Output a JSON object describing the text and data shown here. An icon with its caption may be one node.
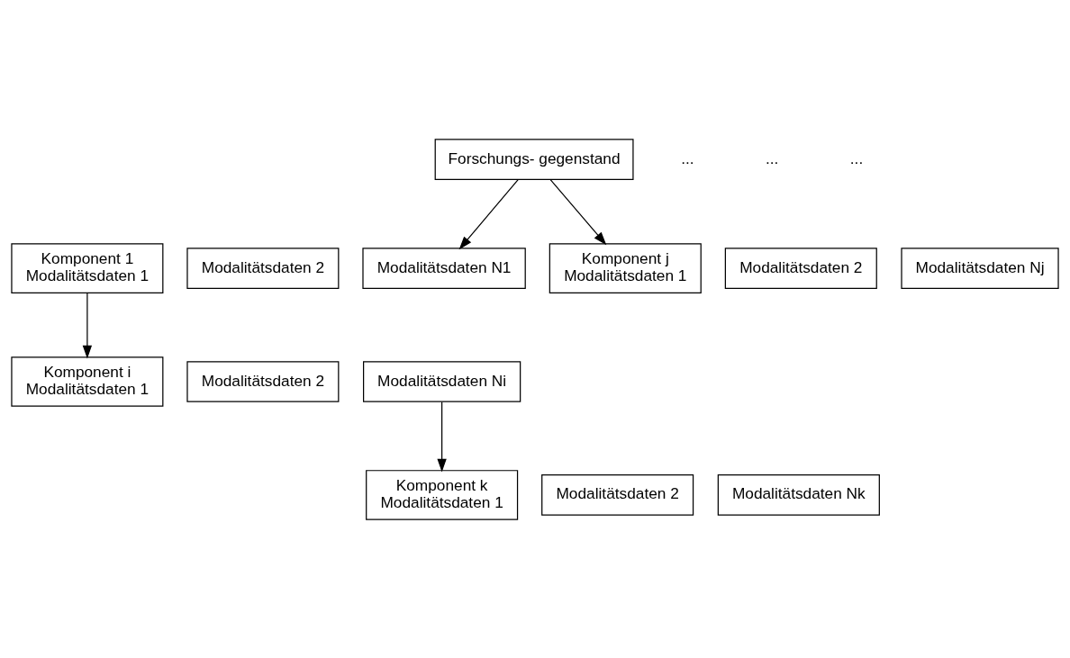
{
  "diagram": {
    "nodes": [
      {
        "text": [
          "Komponent 1",
          "Modalitätsdaten 1"
        ]
      },
      {
        "text": [
          "Modalitätsdaten 2"
        ]
      },
      {
        "text": [
          "Modalitätsdaten N1"
        ]
      },
      {
        "text": [
          "Komponent i",
          "Modalitätsdaten 1"
        ]
      },
      {
        "text": [
          "Modalitätsdaten 2"
        ]
      },
      {
        "text": [
          "Modalitätsdaten Ni"
        ]
      },
      {
        "text": [
          "Forschungs- gegenstand"
        ]
      },
      {
        "text": [
          "Komponent j",
          "Modalitätsdaten 1"
        ]
      },
      {
        "text": [
          "Modalitätsdaten 2"
        ]
      },
      {
        "text": [
          "Modalitätsdaten Nj"
        ]
      },
      {
        "text": [
          "Komponent k",
          "Modalitätsdaten 1"
        ]
      },
      {
        "text": [
          "Modalitätsdaten 2"
        ]
      },
      {
        "text": [
          "Modalitätsdaten Nk"
        ]
      }
    ],
    "edges": [
      {
        "from": 0,
        "to": 3,
        "arrow": "to"
      },
      {
        "from": 6,
        "to": 2,
        "arrow": "to"
      },
      {
        "from": 6,
        "to": 7,
        "arrow": "to"
      },
      {
        "from": 5,
        "to": 10,
        "arrow": "to"
      }
    ],
    "labels": [
      "...",
      "...",
      "..."
    ]
  }
}
